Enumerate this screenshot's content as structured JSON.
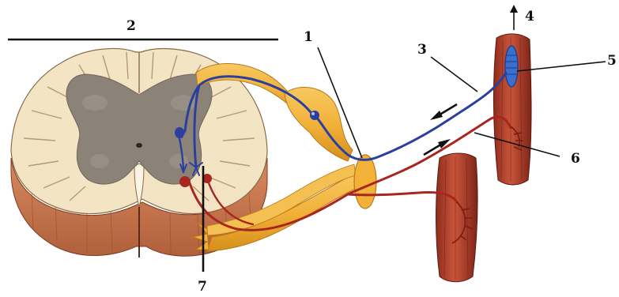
{
  "labels": {
    "l1": "1",
    "l2": "2",
    "l3": "3",
    "l4": "4",
    "l5": "5",
    "l6": "6",
    "l7": "7"
  },
  "colors": {
    "white_matter": "#f3e4c4",
    "white_matter_lines": "#b59a76",
    "gray_matter": "#8c8378",
    "cord_side": "#c9754b",
    "nerve": "#f2b23a",
    "nerve_dark": "#d58f1c",
    "sensory_neuron": "#2b3f9e",
    "motor_neuron": "#a8261f",
    "muscle": "#b8432e",
    "muscle_dark": "#7d2418",
    "receptor": "#3a6fd0"
  }
}
